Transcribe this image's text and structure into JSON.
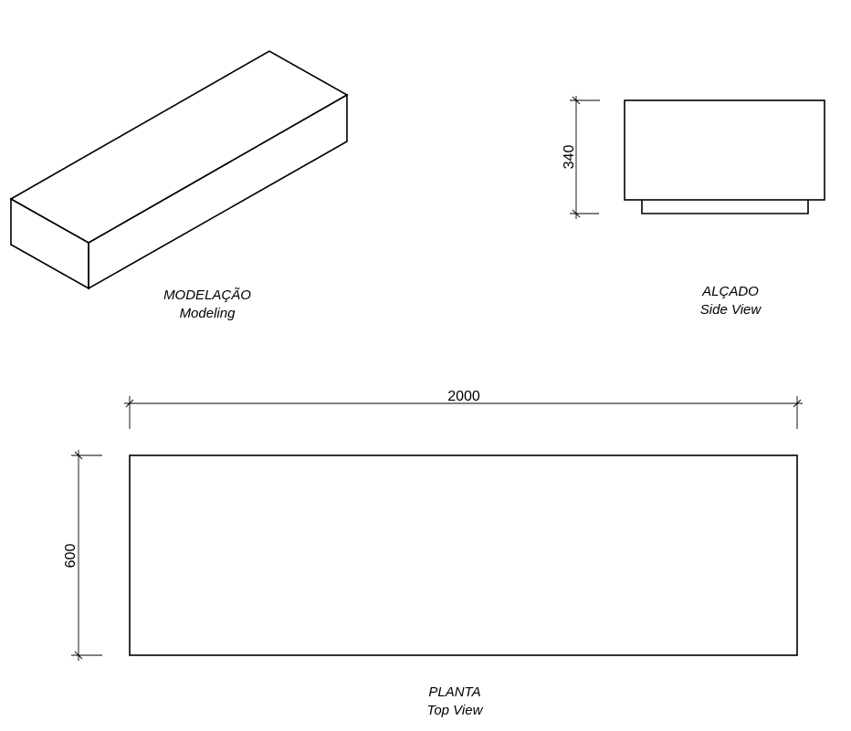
{
  "modeling": {
    "title": "MODELAÇÃO",
    "subtitle": "Modeling"
  },
  "side_view": {
    "title": "ALÇADO",
    "subtitle": "Side View",
    "height_dim": "340"
  },
  "top_view": {
    "title": "PLANTA",
    "subtitle": "Top View",
    "length_dim": "2000",
    "width_dim": "600"
  }
}
